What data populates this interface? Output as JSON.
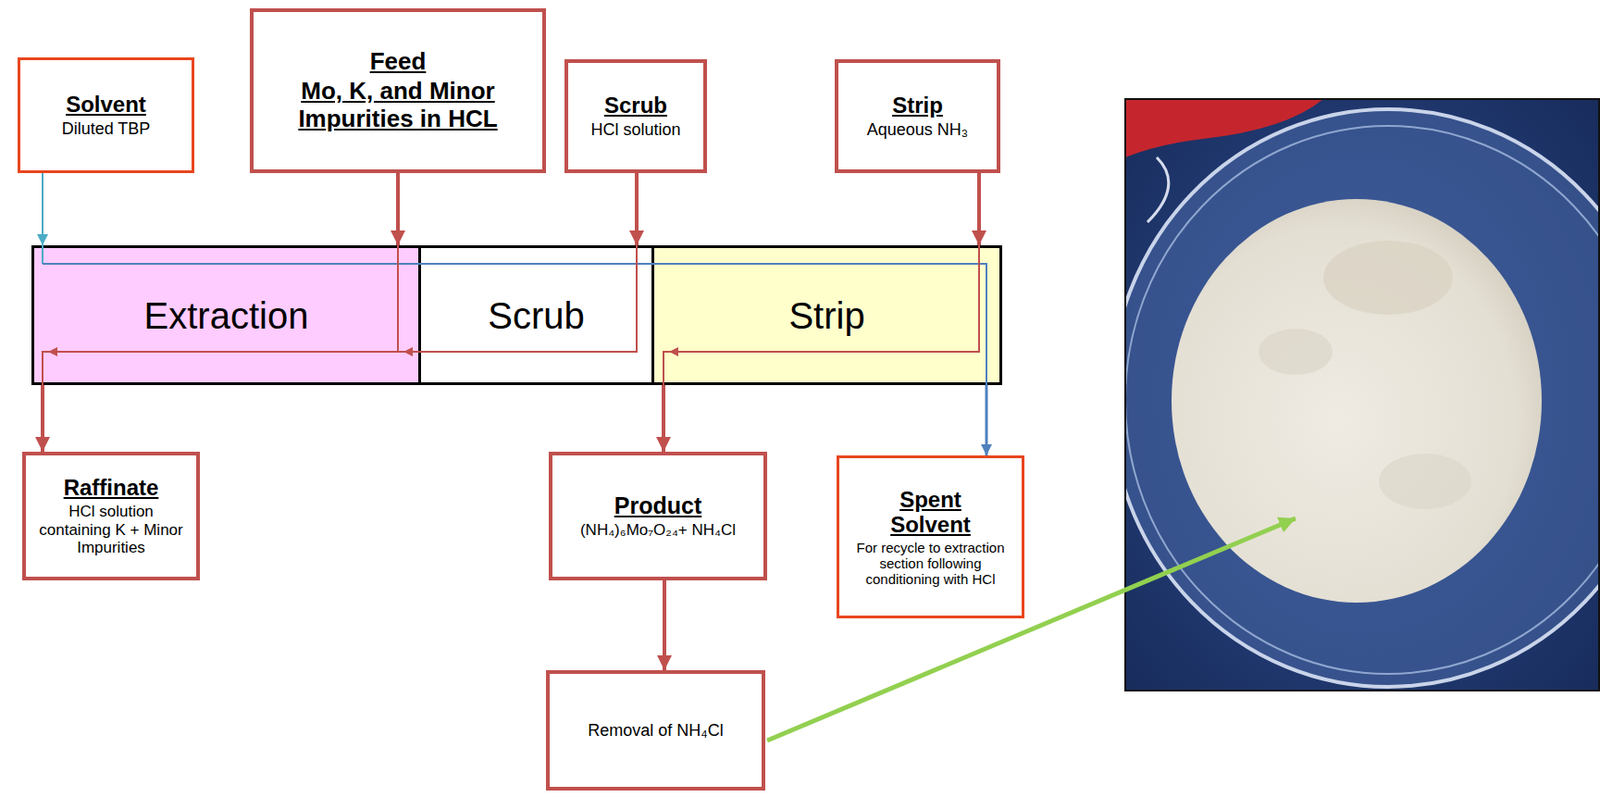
{
  "diagram": {
    "nodes": [
      {
        "text": [
          "Solvent",
          "Diluted TBP"
        ]
      },
      {
        "text": [
          "Feed",
          "Mo, K, and Minor Impurities in HCL"
        ]
      },
      {
        "text": [
          "Scrub",
          "HCl solution"
        ]
      },
      {
        "text": [
          "Strip",
          "Aqueous NH₃"
        ]
      },
      {
        "text": [
          "Extraction"
        ]
      },
      {
        "text": [
          "Scrub"
        ]
      },
      {
        "text": [
          "Strip"
        ]
      },
      {
        "text": [
          "Raffinate",
          "HCl solution containing K + Minor Impurities"
        ]
      },
      {
        "text": [
          "Product",
          "(NH₄)₆Mo₇O₂₄+ NH₄Cl"
        ]
      },
      {
        "text": [
          "Spent Solvent",
          "For recycle to extraction section following conditioning with HCl"
        ]
      },
      {
        "text": [
          "Removal of NH₄Cl"
        ]
      }
    ],
    "edges": [
      {
        "from": 0,
        "to": 4,
        "arrow": "to"
      },
      {
        "from": 1,
        "to": 4,
        "arrow": "to"
      },
      {
        "from": 2,
        "to": 5,
        "arrow": "to"
      },
      {
        "from": 3,
        "to": 6,
        "arrow": "to"
      },
      {
        "from": 4,
        "to": 7,
        "arrow": "to"
      },
      {
        "from": 6,
        "to": 8,
        "arrow": "to"
      },
      {
        "from": 6,
        "to": 9,
        "arrow": "to"
      },
      {
        "from": 8,
        "to": 10,
        "arrow": "to"
      }
    ]
  }
}
